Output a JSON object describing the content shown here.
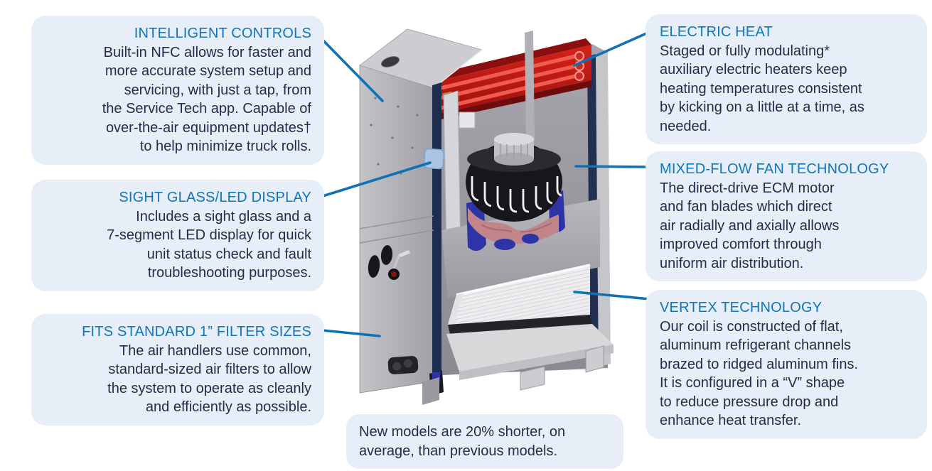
{
  "colors": {
    "accent_blue": "#0e76bd",
    "body_navy": "#222e49",
    "box_bg": "#e8eef8",
    "connector_blue": "#0f72b8",
    "heater_red": "#c81e17",
    "unit_navy": "#1e2c4e",
    "unit_blue": "#2d34a6",
    "blade_copper": "#c2868a"
  },
  "callouts": {
    "left": [
      {
        "title": "INTELLIGENT CONTROLS",
        "body": "Built-in NFC allows for faster and\nmore accurate system setup and\nservicing, with just a tap, from\nthe Service Tech app. Capable of\nover-the-air equipment updates†\nto help minimize truck rolls."
      },
      {
        "title": "SIGHT GLASS/LED DISPLAY",
        "body": "Includes a sight glass and a\n7-segment LED display for quick\nunit status check and fault\ntroubleshooting purposes."
      },
      {
        "title": "FITS STANDARD 1” FILTER SIZES",
        "body": "The air handlers use common,\nstandard-sized air filters to allow\nthe system to operate as cleanly\nand efficiently as possible."
      }
    ],
    "right": [
      {
        "title": "ELECTRIC HEAT",
        "body": "Staged or fully modulating*\nauxiliary electric heaters keep\nheating temperatures consistent\nby kicking on a little at a time, as\nneeded."
      },
      {
        "title": "MIXED-FLOW FAN TECHNOLOGY",
        "body": "The direct-drive ECM motor\nand fan blades which direct\nair radially and axially allows\nimproved comfort through\nuniform air distribution."
      },
      {
        "title": "VERTEX TECHNOLOGY",
        "body": "Our coil is constructed of flat,\naluminum refrigerant channels\nbrazed to ridged aluminum fins.\nIt is configured in a “V” shape\nto reduce pressure drop and\nenhance heat transfer."
      }
    ]
  },
  "footnote": "New models are 20% shorter, on\naverage, than previous models.",
  "illustration": {
    "name": "air-handler-cutaway"
  }
}
